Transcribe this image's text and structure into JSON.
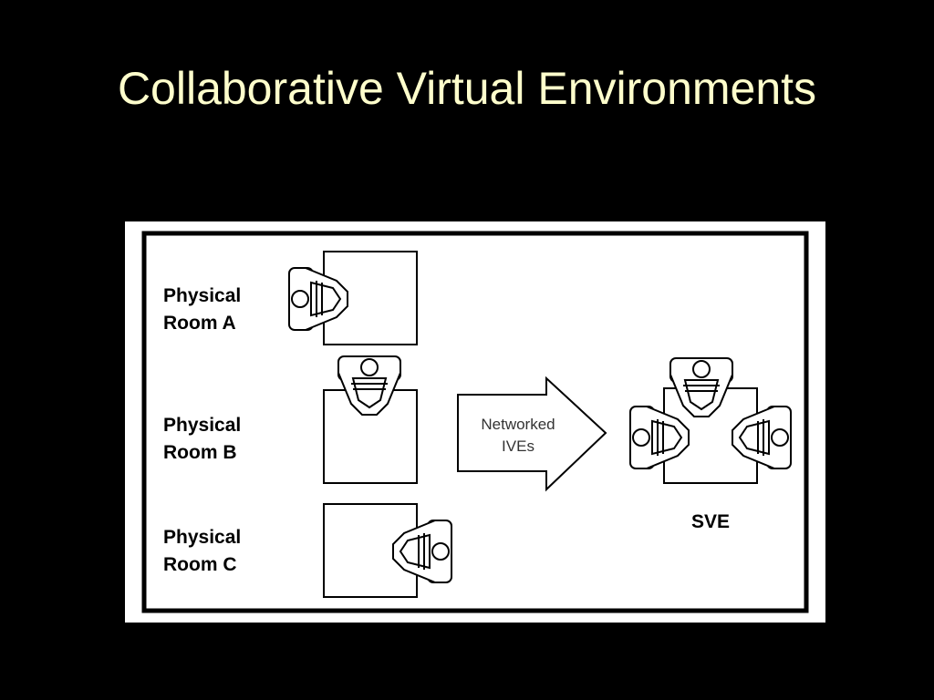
{
  "slide": {
    "title": "Collaborative Virtual Environments"
  },
  "diagram": {
    "rooms": [
      {
        "line1": "Physical",
        "line2": "Room A"
      },
      {
        "line1": "Physical",
        "line2": "Room B"
      },
      {
        "line1": "Physical",
        "line2": "Room C"
      }
    ],
    "arrow": {
      "line1": "Networked",
      "line2": "IVEs"
    },
    "shared_label": "SVE"
  },
  "colors": {
    "background": "#000000",
    "title": "#ffffcc",
    "figure_bg": "#ffffff"
  }
}
